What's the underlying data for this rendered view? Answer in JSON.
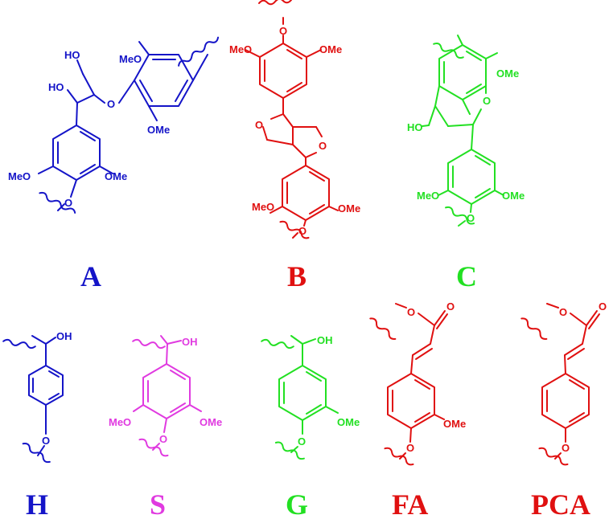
{
  "colors": {
    "A": "#1414c8",
    "B": "#e01010",
    "C": "#22e022",
    "H": "#1414c8",
    "S": "#e03ae0",
    "G": "#22e022",
    "FA": "#e01010",
    "PCA": "#e01010"
  },
  "labels": {
    "A": "A",
    "B": "B",
    "C": "C",
    "H": "H",
    "S": "S",
    "G": "G",
    "FA": "FA",
    "PCA": "PCA"
  },
  "atoms": {
    "HO": "HO",
    "OH": "OH",
    "MeO": "MeO",
    "OMe": "OMe",
    "O": "O"
  }
}
